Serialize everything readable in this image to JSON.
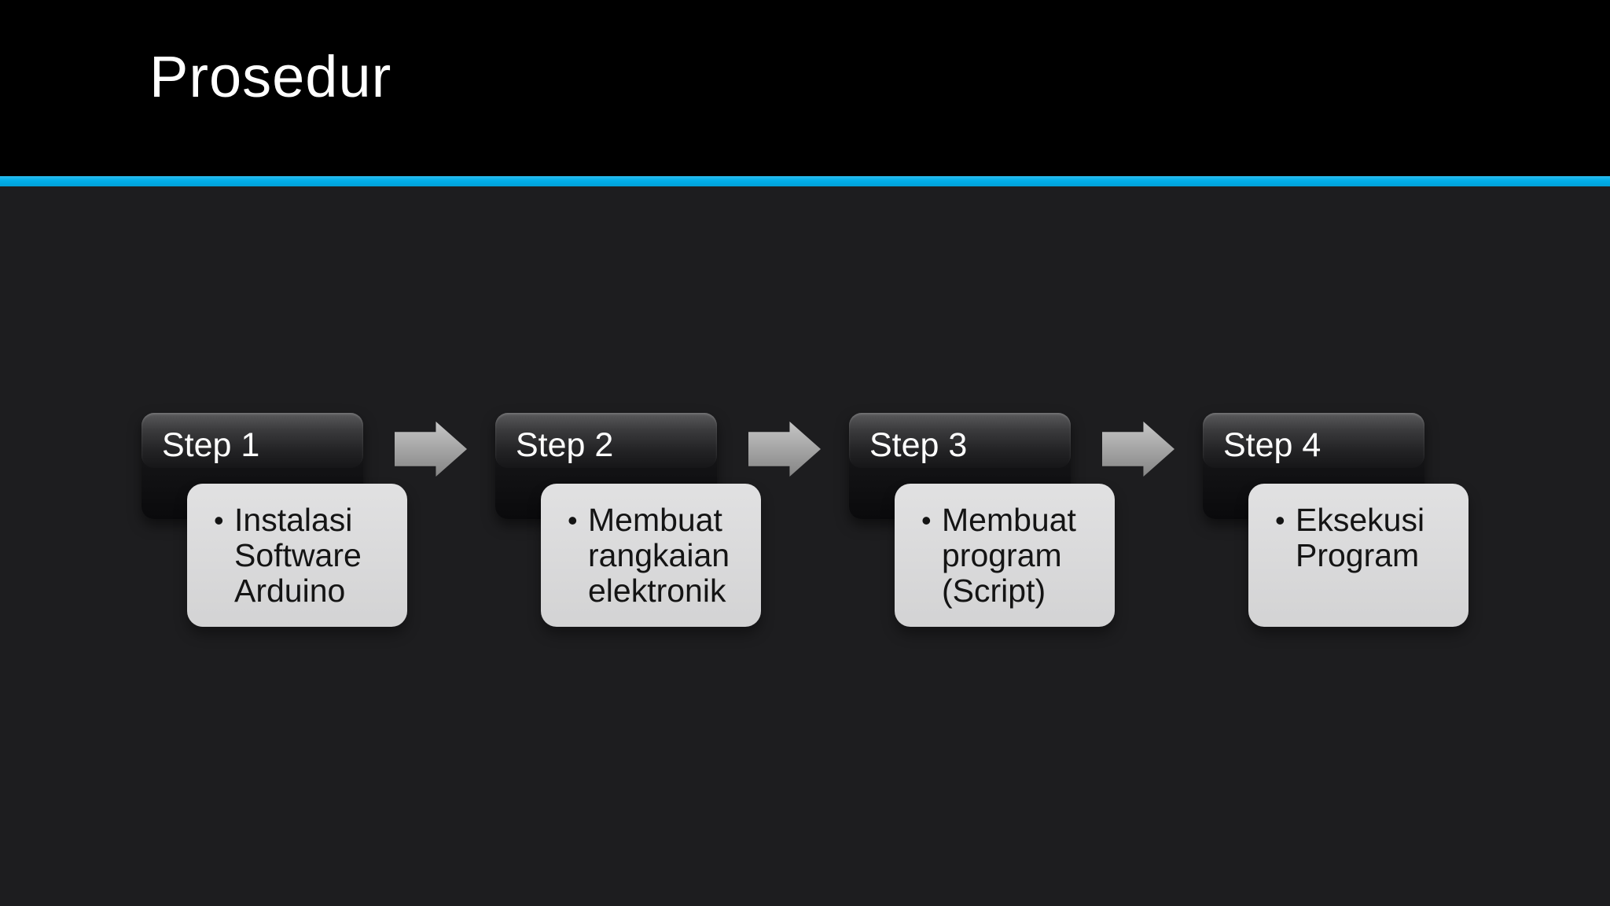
{
  "slide": {
    "title": "Prosedur",
    "colors": {
      "header_band": "#000000",
      "background": "#1d1d1f",
      "accent_line": "#00ade8",
      "step_header_text": "#ffffff",
      "step_body_fill": "#d9d9da",
      "step_body_text": "#141414",
      "arrow_fill_top": "#c6c6c6",
      "arrow_fill_bottom": "#848484"
    }
  },
  "process": {
    "bullet_glyph": "•",
    "connector_icon": "arrow-right",
    "steps": [
      {
        "label": "Step 1",
        "bullet": "Instalasi Software Arduino"
      },
      {
        "label": "Step 2",
        "bullet": "Membuat rangkaian elektronik"
      },
      {
        "label": "Step 3",
        "bullet": "Membuat program (Script)"
      },
      {
        "label": "Step 4",
        "bullet": "Eksekusi Program"
      }
    ]
  }
}
